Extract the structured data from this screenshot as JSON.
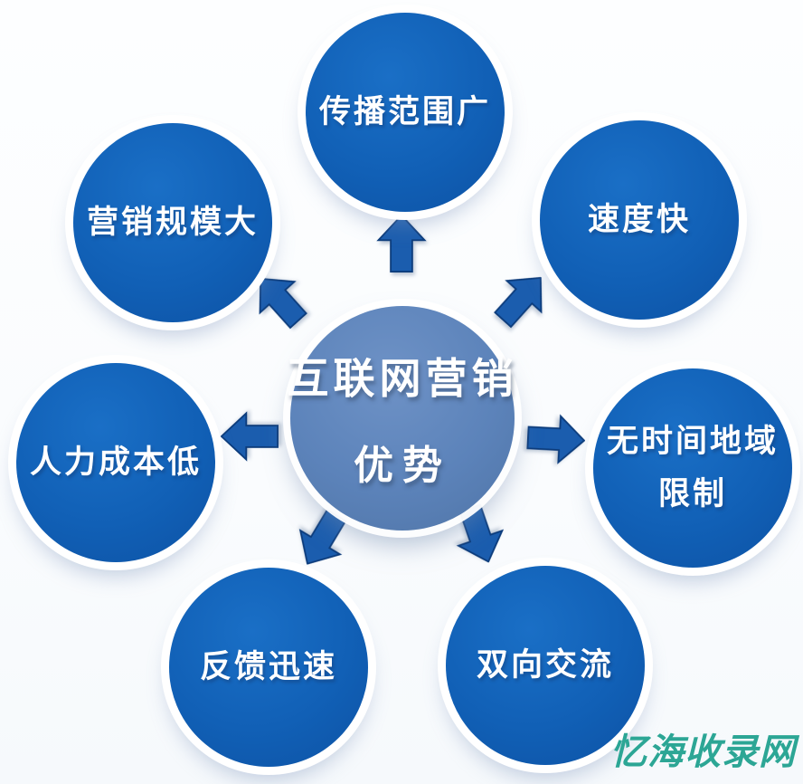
{
  "colors": {
    "node_blue": "#1160b6",
    "center_blue": "#5c83ba",
    "arrow_fill": "#1b5dae",
    "arrow_edge": "#0c3c7c",
    "text": "#ffffff",
    "watermark": "#2ca695",
    "background": "#fdfeff"
  },
  "diagram": {
    "center": {
      "lines": [
        "互联网营销",
        "优势"
      ]
    },
    "nodes": [
      {
        "id": "top",
        "lines": [
          "传播范围广"
        ]
      },
      {
        "id": "top-right",
        "lines": [
          "速度快"
        ]
      },
      {
        "id": "right",
        "lines": [
          "无时间地域",
          "限制"
        ]
      },
      {
        "id": "bottom-right",
        "lines": [
          "双向交流"
        ]
      },
      {
        "id": "bottom-left",
        "lines": [
          "反馈迅速"
        ]
      },
      {
        "id": "left",
        "lines": [
          "人力成本低"
        ]
      },
      {
        "id": "top-left",
        "lines": [
          "营销规模大"
        ]
      }
    ],
    "arrow_directions": [
      "up",
      "up-right",
      "right",
      "down-right",
      "down-left",
      "left",
      "up-left"
    ]
  },
  "watermark": {
    "text": "忆海收录网"
  }
}
